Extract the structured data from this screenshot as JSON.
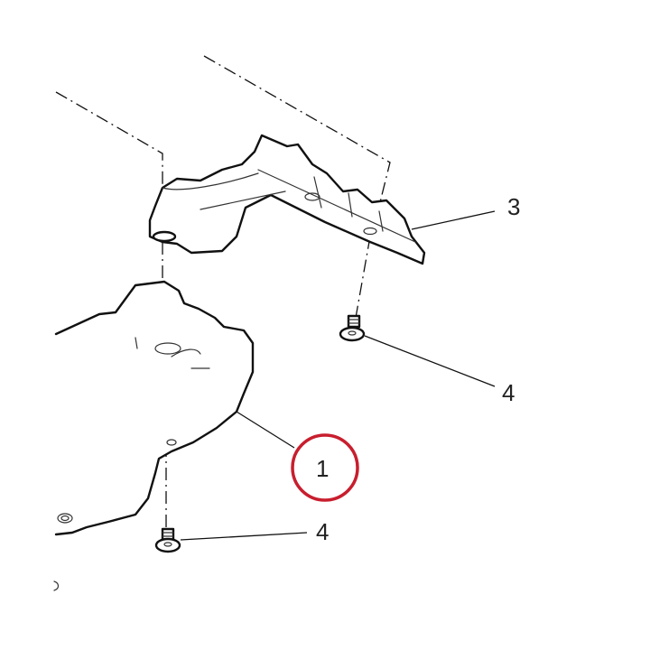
{
  "callouts": [
    {
      "id": "1",
      "label": "1",
      "highlighted": true
    },
    {
      "id": "3",
      "label": "3",
      "highlighted": false
    },
    {
      "id": "4a",
      "label": "4",
      "highlighted": false
    },
    {
      "id": "4b",
      "label": "4",
      "highlighted": false
    }
  ],
  "colors": {
    "line": "#111111",
    "highlight_ring": "#c81e2e",
    "background": "#ffffff"
  }
}
